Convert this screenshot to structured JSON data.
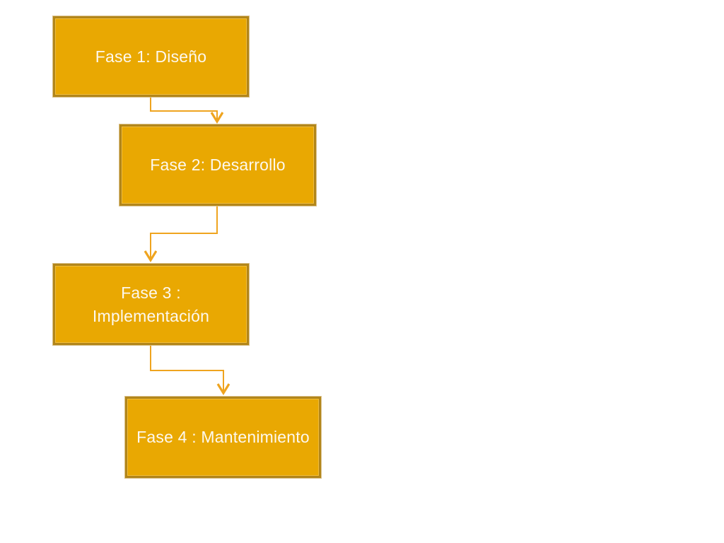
{
  "diagram": {
    "type": "flowchart",
    "nodes": [
      {
        "id": "fase-1",
        "label": "Fase 1: Diseño"
      },
      {
        "id": "fase-2",
        "label": "Fase 2: Desarrollo"
      },
      {
        "id": "fase-3",
        "label": "Fase 3 :\nImplementación"
      },
      {
        "id": "fase-4",
        "label": "Fase 4 : Mantenimiento"
      }
    ],
    "connections": [
      {
        "from": "fase-1",
        "to": "fase-2"
      },
      {
        "from": "fase-2",
        "to": "fase-3"
      },
      {
        "from": "fase-3",
        "to": "fase-4"
      }
    ],
    "colors": {
      "node_fill": "#E9A802",
      "node_border": "#B2861A",
      "connector": "#EFA41F",
      "text": "#FDF8EE",
      "background": "#FFFFFF"
    }
  }
}
